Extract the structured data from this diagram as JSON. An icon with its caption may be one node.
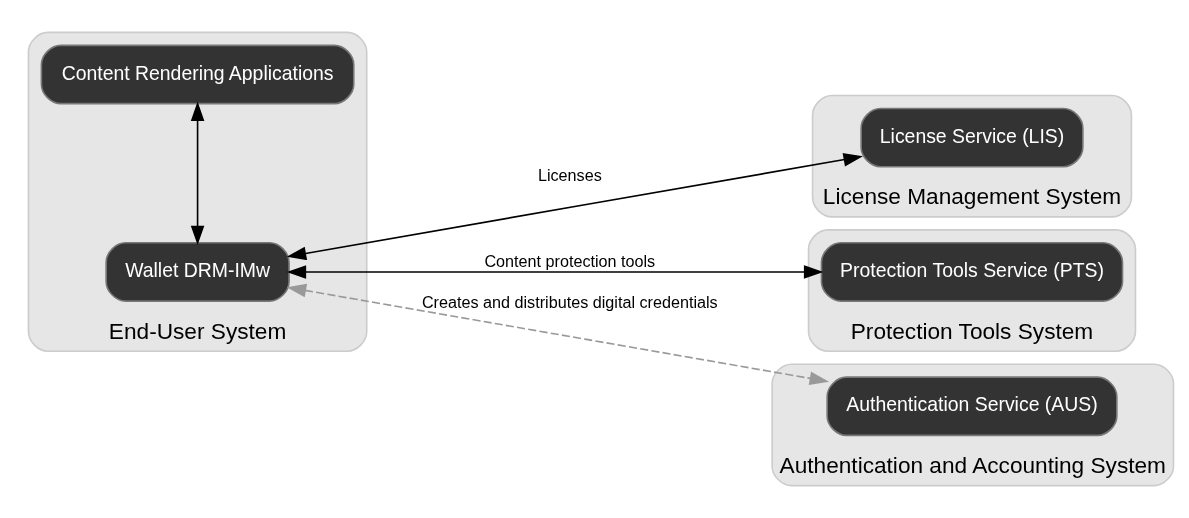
{
  "diagram": {
    "nodes": [
      {
        "text": [
          "End-User System"
        ]
      },
      {
        "text": [
          "Content Rendering Applications"
        ],
        "in": 0
      },
      {
        "text": [
          "Wallet DRM-IMw"
        ],
        "in": 0
      },
      {
        "text": [
          "License Management System"
        ]
      },
      {
        "text": [
          "License Service (LIS)"
        ],
        "in": 3
      },
      {
        "text": [
          "Protection Tools System"
        ]
      },
      {
        "text": [
          "Protection Tools Service (PTS)"
        ],
        "in": 5
      },
      {
        "text": [
          "Authentication and Accounting System"
        ]
      },
      {
        "text": [
          "Authentication Service (AUS)"
        ],
        "in": 7
      }
    ],
    "edges": [
      {
        "from": 1,
        "to": 2,
        "arrow": "both"
      },
      {
        "from": 2,
        "to": 6,
        "arrow": "both",
        "label": "Content protection tools"
      },
      {
        "from": 2,
        "to": 4,
        "arrow": "both",
        "label": "Licenses"
      },
      {
        "from": 2,
        "to": 8,
        "arrow": "both",
        "label": "Creates and distributes digital credentials",
        "style": "dashed",
        "color": "#999999"
      }
    ]
  }
}
